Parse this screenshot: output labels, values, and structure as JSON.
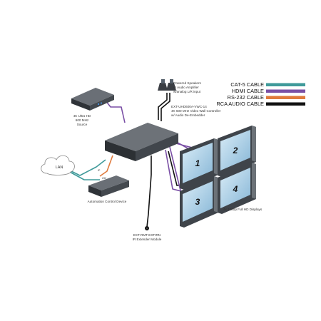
{
  "legend": [
    {
      "label": "CAT-5 CABLE",
      "color": "#3f9a9a"
    },
    {
      "label": "HDMI CABLE",
      "color": "#7a4fa5"
    },
    {
      "label": "RS-232 CABLE",
      "color": "#e07a3c"
    },
    {
      "label": "RCA AUDIO CABLE",
      "color": "#111111"
    }
  ],
  "devices": {
    "speakers": [
      "Powered Speakers",
      "or Audio Amplifier",
      "w/analog L/R input"
    ],
    "source": [
      "4K Ultra HD",
      "600 MHz",
      "Source"
    ],
    "controller": [
      "EXT-UHD600A-VWC-14",
      "4K 600 MHz Video Wall Controller",
      "w/ Audio De-Embedder"
    ],
    "lan": "LAN",
    "automation": "Automation Control Device",
    "ir_extender": [
      "EXT-RMT-EXTIRN",
      "IR Extender Module"
    ],
    "displays": "4x 1080p Full HD Displays",
    "ip_tag": "IP",
    "rs232_tag": "232"
  },
  "panels": [
    "1",
    "2",
    "3",
    "4"
  ],
  "icons": [
    "speaker-icon",
    "cloud-icon",
    "ir-sensor-icon"
  ]
}
